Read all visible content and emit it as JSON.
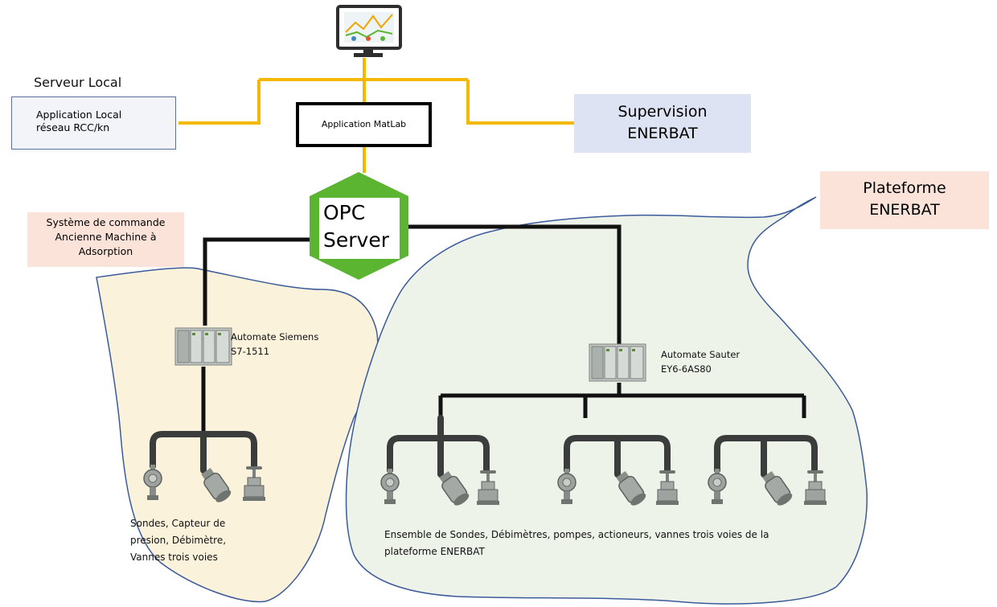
{
  "header": {
    "server_label": "Serveur Local"
  },
  "local_app": {
    "text": "Application Local\nréseau RCC/kn"
  },
  "matlab": {
    "label": "Application MatLab"
  },
  "supervision": {
    "text": "Supervision\nENERBAT"
  },
  "plateforme": {
    "text": "Plateforme\nENERBAT"
  },
  "systeme": {
    "text": "Système de commande\nAncienne Machine à\nAdsorption"
  },
  "opc": {
    "label": "OPC\nServer"
  },
  "siemens": {
    "label": "Automate Siemens\nS7-1511"
  },
  "sauter": {
    "label": "Automate Sauter\nEY6-6AS80"
  },
  "left_devices": {
    "text": "Sondes, Capteur de\npresion, Débimètre,\nVannes trois voies"
  },
  "right_devices": {
    "text": "Ensemble de Sondes, Débimètres, pompes, actioneurs, vannes trois voies de la\nplateforme ENERBAT"
  },
  "colors": {
    "connector_yellow": "#f5b800",
    "connector_black": "#111111",
    "opc_green": "#5cb531",
    "left_region_fill": "#fbf2dc",
    "right_region_fill": "#eef3ea",
    "region_outline": "#3b5a9a"
  },
  "icons": [
    "monitor-icon",
    "plc-siemens-icon",
    "plc-sauter-icon",
    "pressure-sensor-icon",
    "flowmeter-icon",
    "valve-icon"
  ]
}
